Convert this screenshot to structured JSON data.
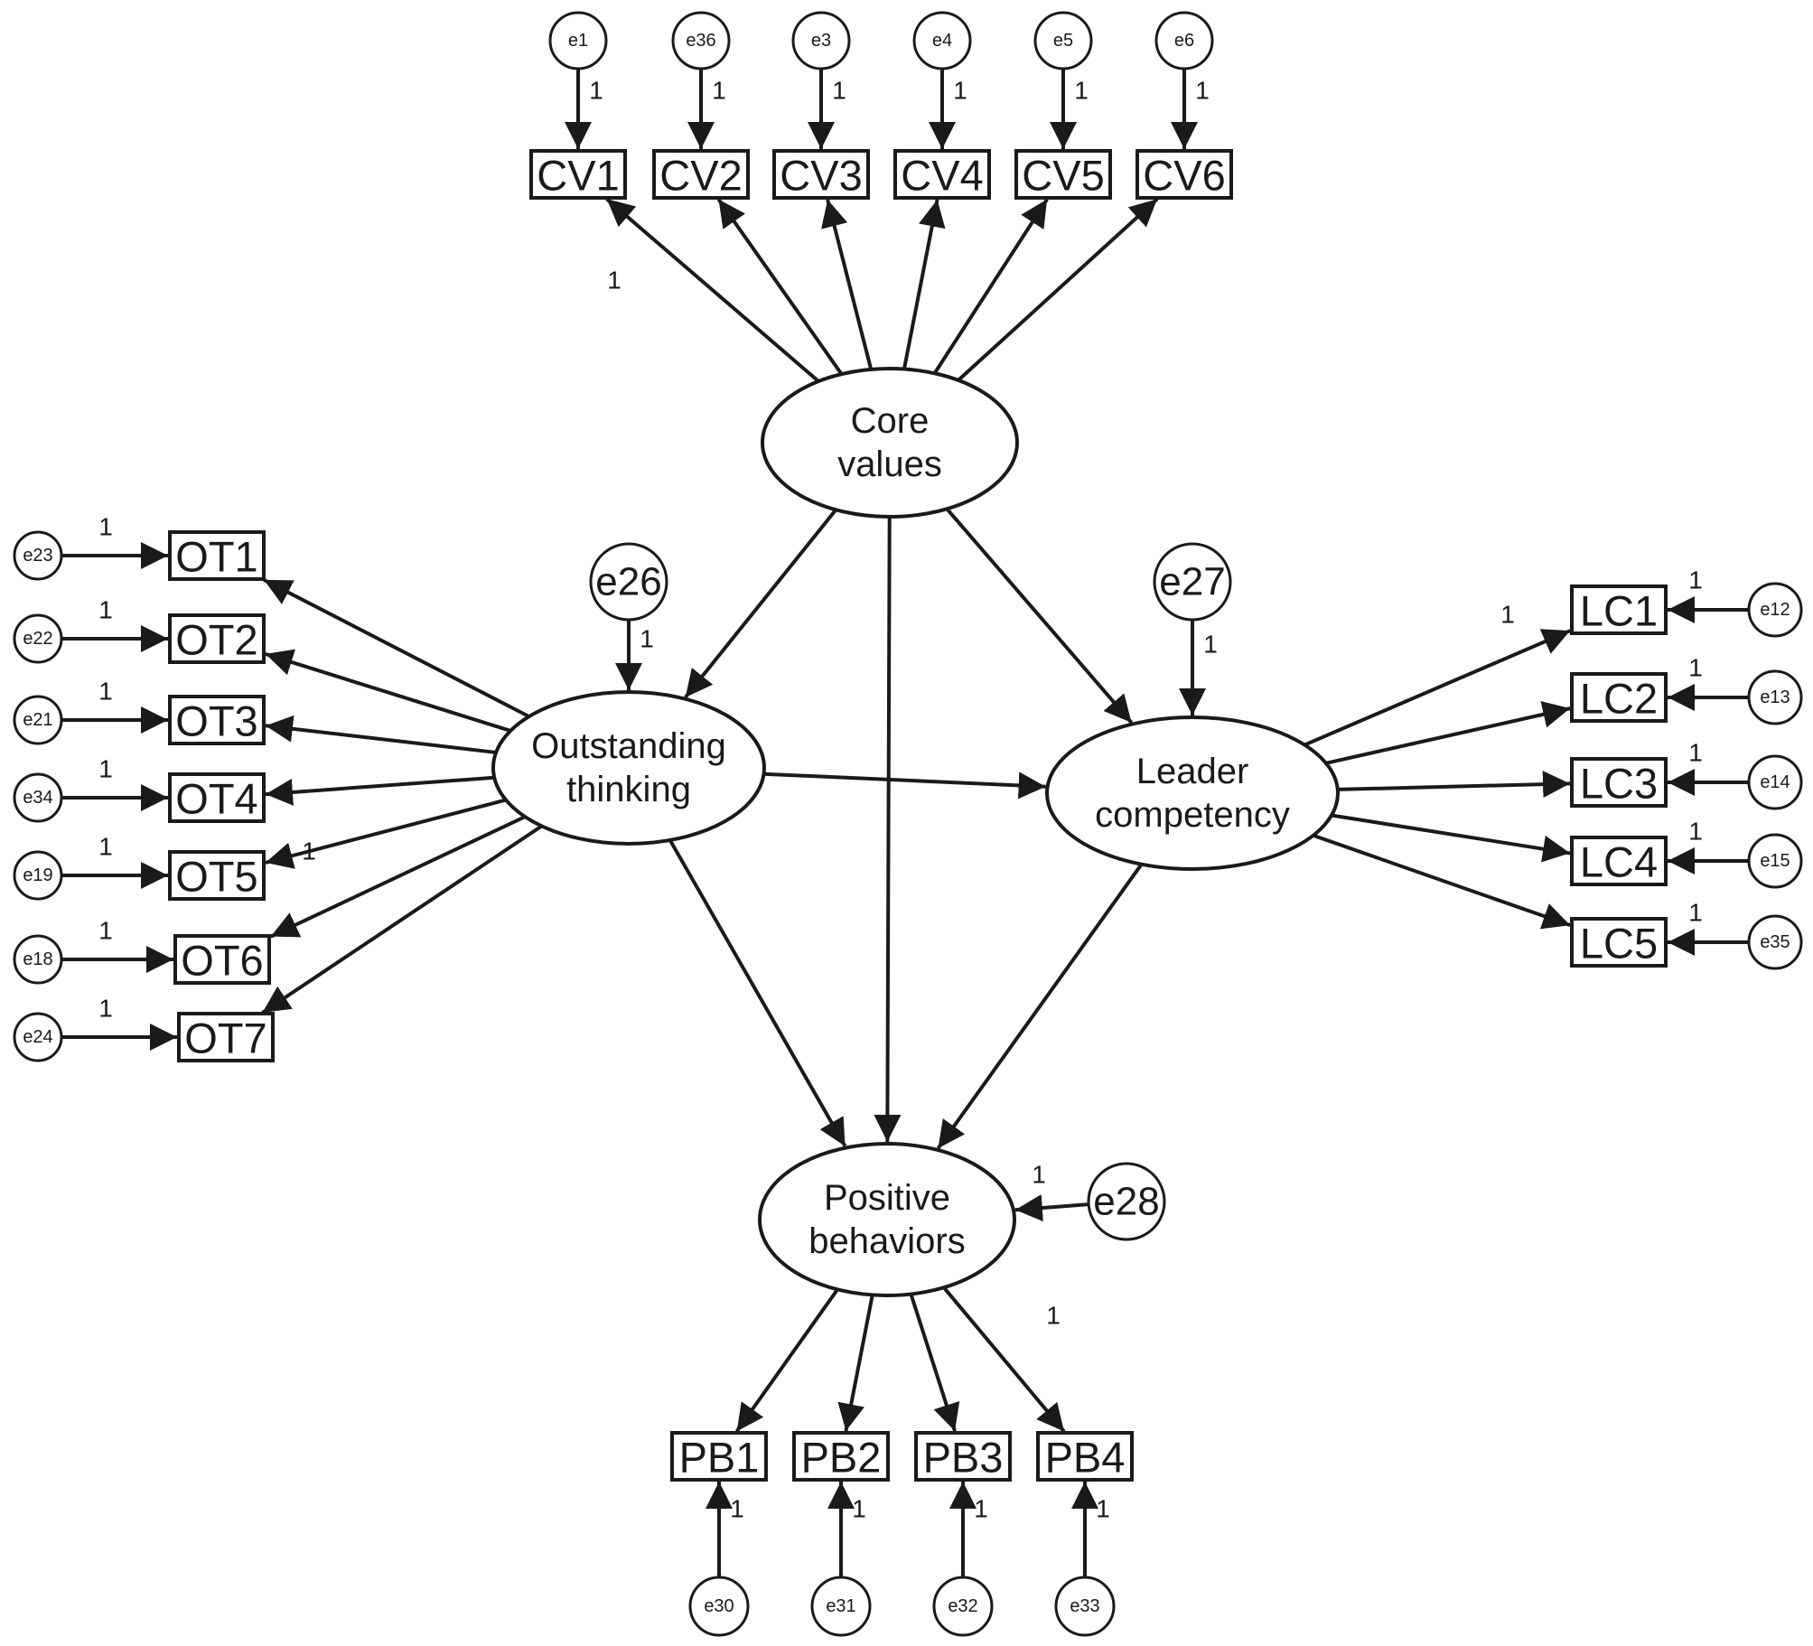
{
  "latents": {
    "cv": {
      "line1": "Core",
      "line2": "values"
    },
    "ot": {
      "line1": "Outstanding",
      "line2": "thinking"
    },
    "lc": {
      "line1": "Leader",
      "line2": "competency"
    },
    "pb": {
      "line1": "Positive",
      "line2": "behaviors"
    }
  },
  "indicators": {
    "cv": [
      "CV1",
      "CV2",
      "CV3",
      "CV4",
      "CV5",
      "CV6"
    ],
    "ot": [
      "OT1",
      "OT2",
      "OT3",
      "OT4",
      "OT5",
      "OT6",
      "OT7"
    ],
    "lc": [
      "LC1",
      "LC2",
      "LC3",
      "LC4",
      "LC5"
    ],
    "pb": [
      "PB1",
      "PB2",
      "PB3",
      "PB4"
    ]
  },
  "errors": {
    "cv": [
      "e1",
      "e36",
      "e3",
      "e4",
      "e5",
      "e6"
    ],
    "ot": [
      "e23",
      "e22",
      "e21",
      "e34",
      "e19",
      "e18",
      "e24"
    ],
    "lc": [
      "e12",
      "e13",
      "e14",
      "e15",
      "e35"
    ],
    "pb": [
      "e30",
      "e31",
      "e32",
      "e33"
    ],
    "structural": {
      "ot": "e26",
      "lc": "e27",
      "pb": "e28"
    }
  },
  "fixed_weight_label": "1",
  "colors": {
    "stroke": "#1a1a1a",
    "fill": "#ffffff",
    "text": "#1a1a1a"
  }
}
